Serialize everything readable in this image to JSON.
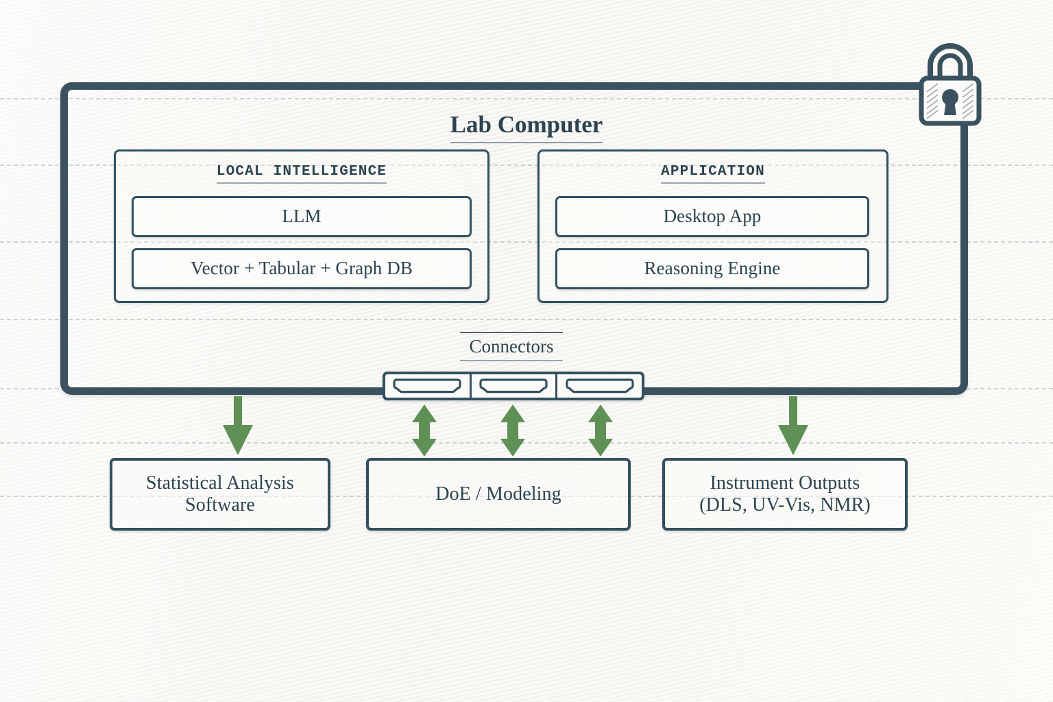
{
  "diagram": {
    "title": "Lab Computer",
    "secure_boundary": {
      "icon": "lock-icon",
      "meaning": "secure/on-premise boundary"
    },
    "groups": [
      {
        "id": "local-intelligence",
        "title": "LOCAL INTELLIGENCE",
        "items": [
          {
            "label": "LLM"
          },
          {
            "label": "Vector + Tabular + Graph DB"
          }
        ]
      },
      {
        "id": "application",
        "title": "APPLICATION",
        "items": [
          {
            "label": "Desktop App"
          },
          {
            "label": "Reasoning Engine"
          }
        ]
      }
    ],
    "connectors": {
      "title": "Connectors",
      "ports": [
        {
          "name": "port-1",
          "icon": "hdmi-port-icon"
        },
        {
          "name": "port-2",
          "icon": "hdmi-port-icon"
        },
        {
          "name": "port-3",
          "icon": "hdmi-port-icon"
        }
      ]
    },
    "external_nodes": [
      {
        "id": "statistical-analysis-software",
        "label": "Statistical Analysis\nSoftware",
        "line1": "Statistical Analysis",
        "line2": "Software"
      },
      {
        "id": "doe-modeling",
        "label": "DoE / Modeling",
        "line1": "DoE / Modeling",
        "line2": ""
      },
      {
        "id": "instrument-outputs",
        "label": "Instrument Outputs\n(DLS, UV-Vis, NMR)",
        "line1": "Instrument Outputs",
        "line2": "(DLS, UV-Vis, NMR)"
      }
    ],
    "arrows": [
      {
        "id": "arrow-to-stats",
        "direction": "down",
        "from": "lab-computer",
        "to": "statistical-analysis-software"
      },
      {
        "id": "arrow-connector-1",
        "direction": "bidirectional",
        "from": "connector-port-1",
        "to": "doe-modeling"
      },
      {
        "id": "arrow-connector-2",
        "direction": "bidirectional",
        "from": "connector-port-2",
        "to": "doe-modeling"
      },
      {
        "id": "arrow-connector-3",
        "direction": "bidirectional",
        "from": "connector-port-3",
        "to": "doe-modeling"
      },
      {
        "id": "arrow-to-instruments",
        "direction": "down",
        "from": "lab-computer",
        "to": "instrument-outputs"
      }
    ]
  },
  "colors": {
    "stroke": "#33505e",
    "boundary": "#3a525f",
    "text": "#2c4350",
    "arrow_green": "#5f9055",
    "paper": "#f8f7f4",
    "rule_dash": "#b9bcbb"
  }
}
